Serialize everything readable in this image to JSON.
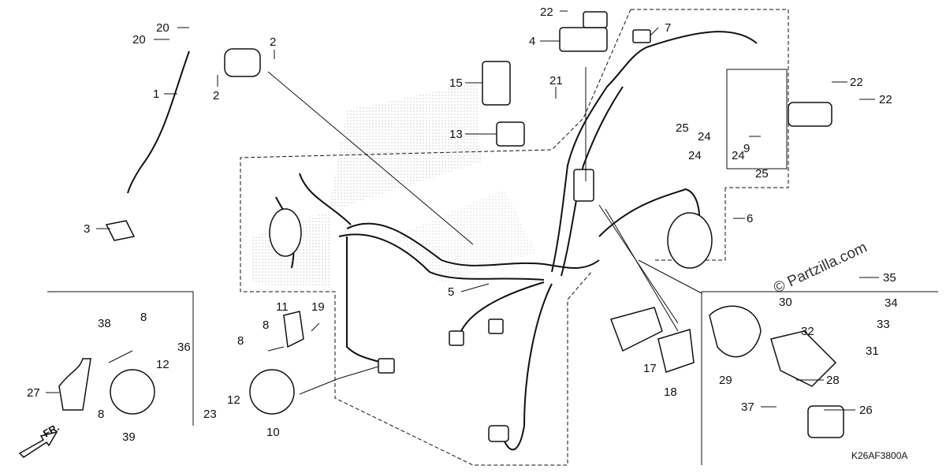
{
  "diagram": {
    "code": "K26AF3800A",
    "watermark": "© Partzilla.com",
    "direction": "FR.",
    "callouts": [
      "1",
      "2",
      "2",
      "3",
      "4",
      "5",
      "6",
      "7",
      "8",
      "8",
      "8",
      "8",
      "9",
      "10",
      "11",
      "12",
      "12",
      "13",
      "15",
      "17",
      "18",
      "19",
      "20",
      "20",
      "21",
      "22",
      "22",
      "22",
      "23",
      "24",
      "24",
      "24",
      "25",
      "25",
      "26",
      "27",
      "28",
      "29",
      "30",
      "31",
      "32",
      "33",
      "34",
      "35",
      "36",
      "37",
      "38",
      "39"
    ]
  }
}
